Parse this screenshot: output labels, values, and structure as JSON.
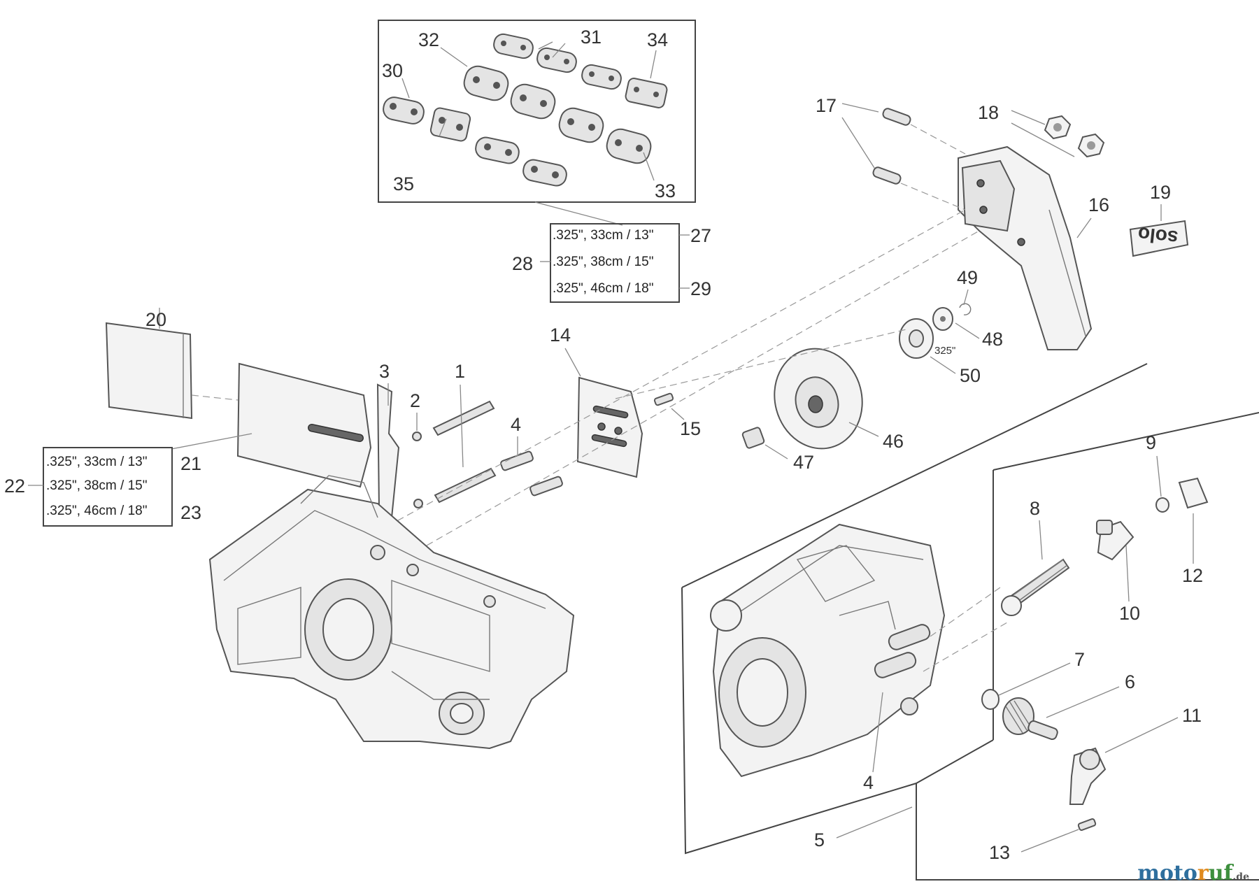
{
  "parts": {
    "p1": "1",
    "p2": "2",
    "p3": "3",
    "p4a": "4",
    "p4b": "4",
    "p5": "5",
    "p6": "6",
    "p7": "7",
    "p8": "8",
    "p9": "9",
    "p10": "10",
    "p11": "11",
    "p12": "12",
    "p13": "13",
    "p14": "14",
    "p15": "15",
    "p16": "16",
    "p17": "17",
    "p18": "18",
    "p19": "19",
    "p20": "20",
    "p21": "21",
    "p22": "22",
    "p23": "23",
    "p27": "27",
    "p28": "28",
    "p29": "29",
    "p30": "30",
    "p31": "31",
    "p32": "32",
    "p33": "33",
    "p34": "34",
    "p35": "35",
    "p46": "46",
    "p47": "47",
    "p48": "48",
    "p49": "49",
    "p50": "50"
  },
  "bar_specs": [
    ".325\", 33cm / 13\"",
    ".325\", 38cm / 15\"",
    ".325\", 46cm / 18\""
  ],
  "chain_specs": [
    ".325\", 33cm / 13\"",
    ".325\", 38cm / 15\"",
    ".325\", 46cm / 18\""
  ],
  "sprocket_label": "325\"",
  "cover_logo": "solo",
  "watermark": {
    "part1": "moto",
    "part2": "r",
    "part3": "uf",
    "suffix": ".de"
  }
}
